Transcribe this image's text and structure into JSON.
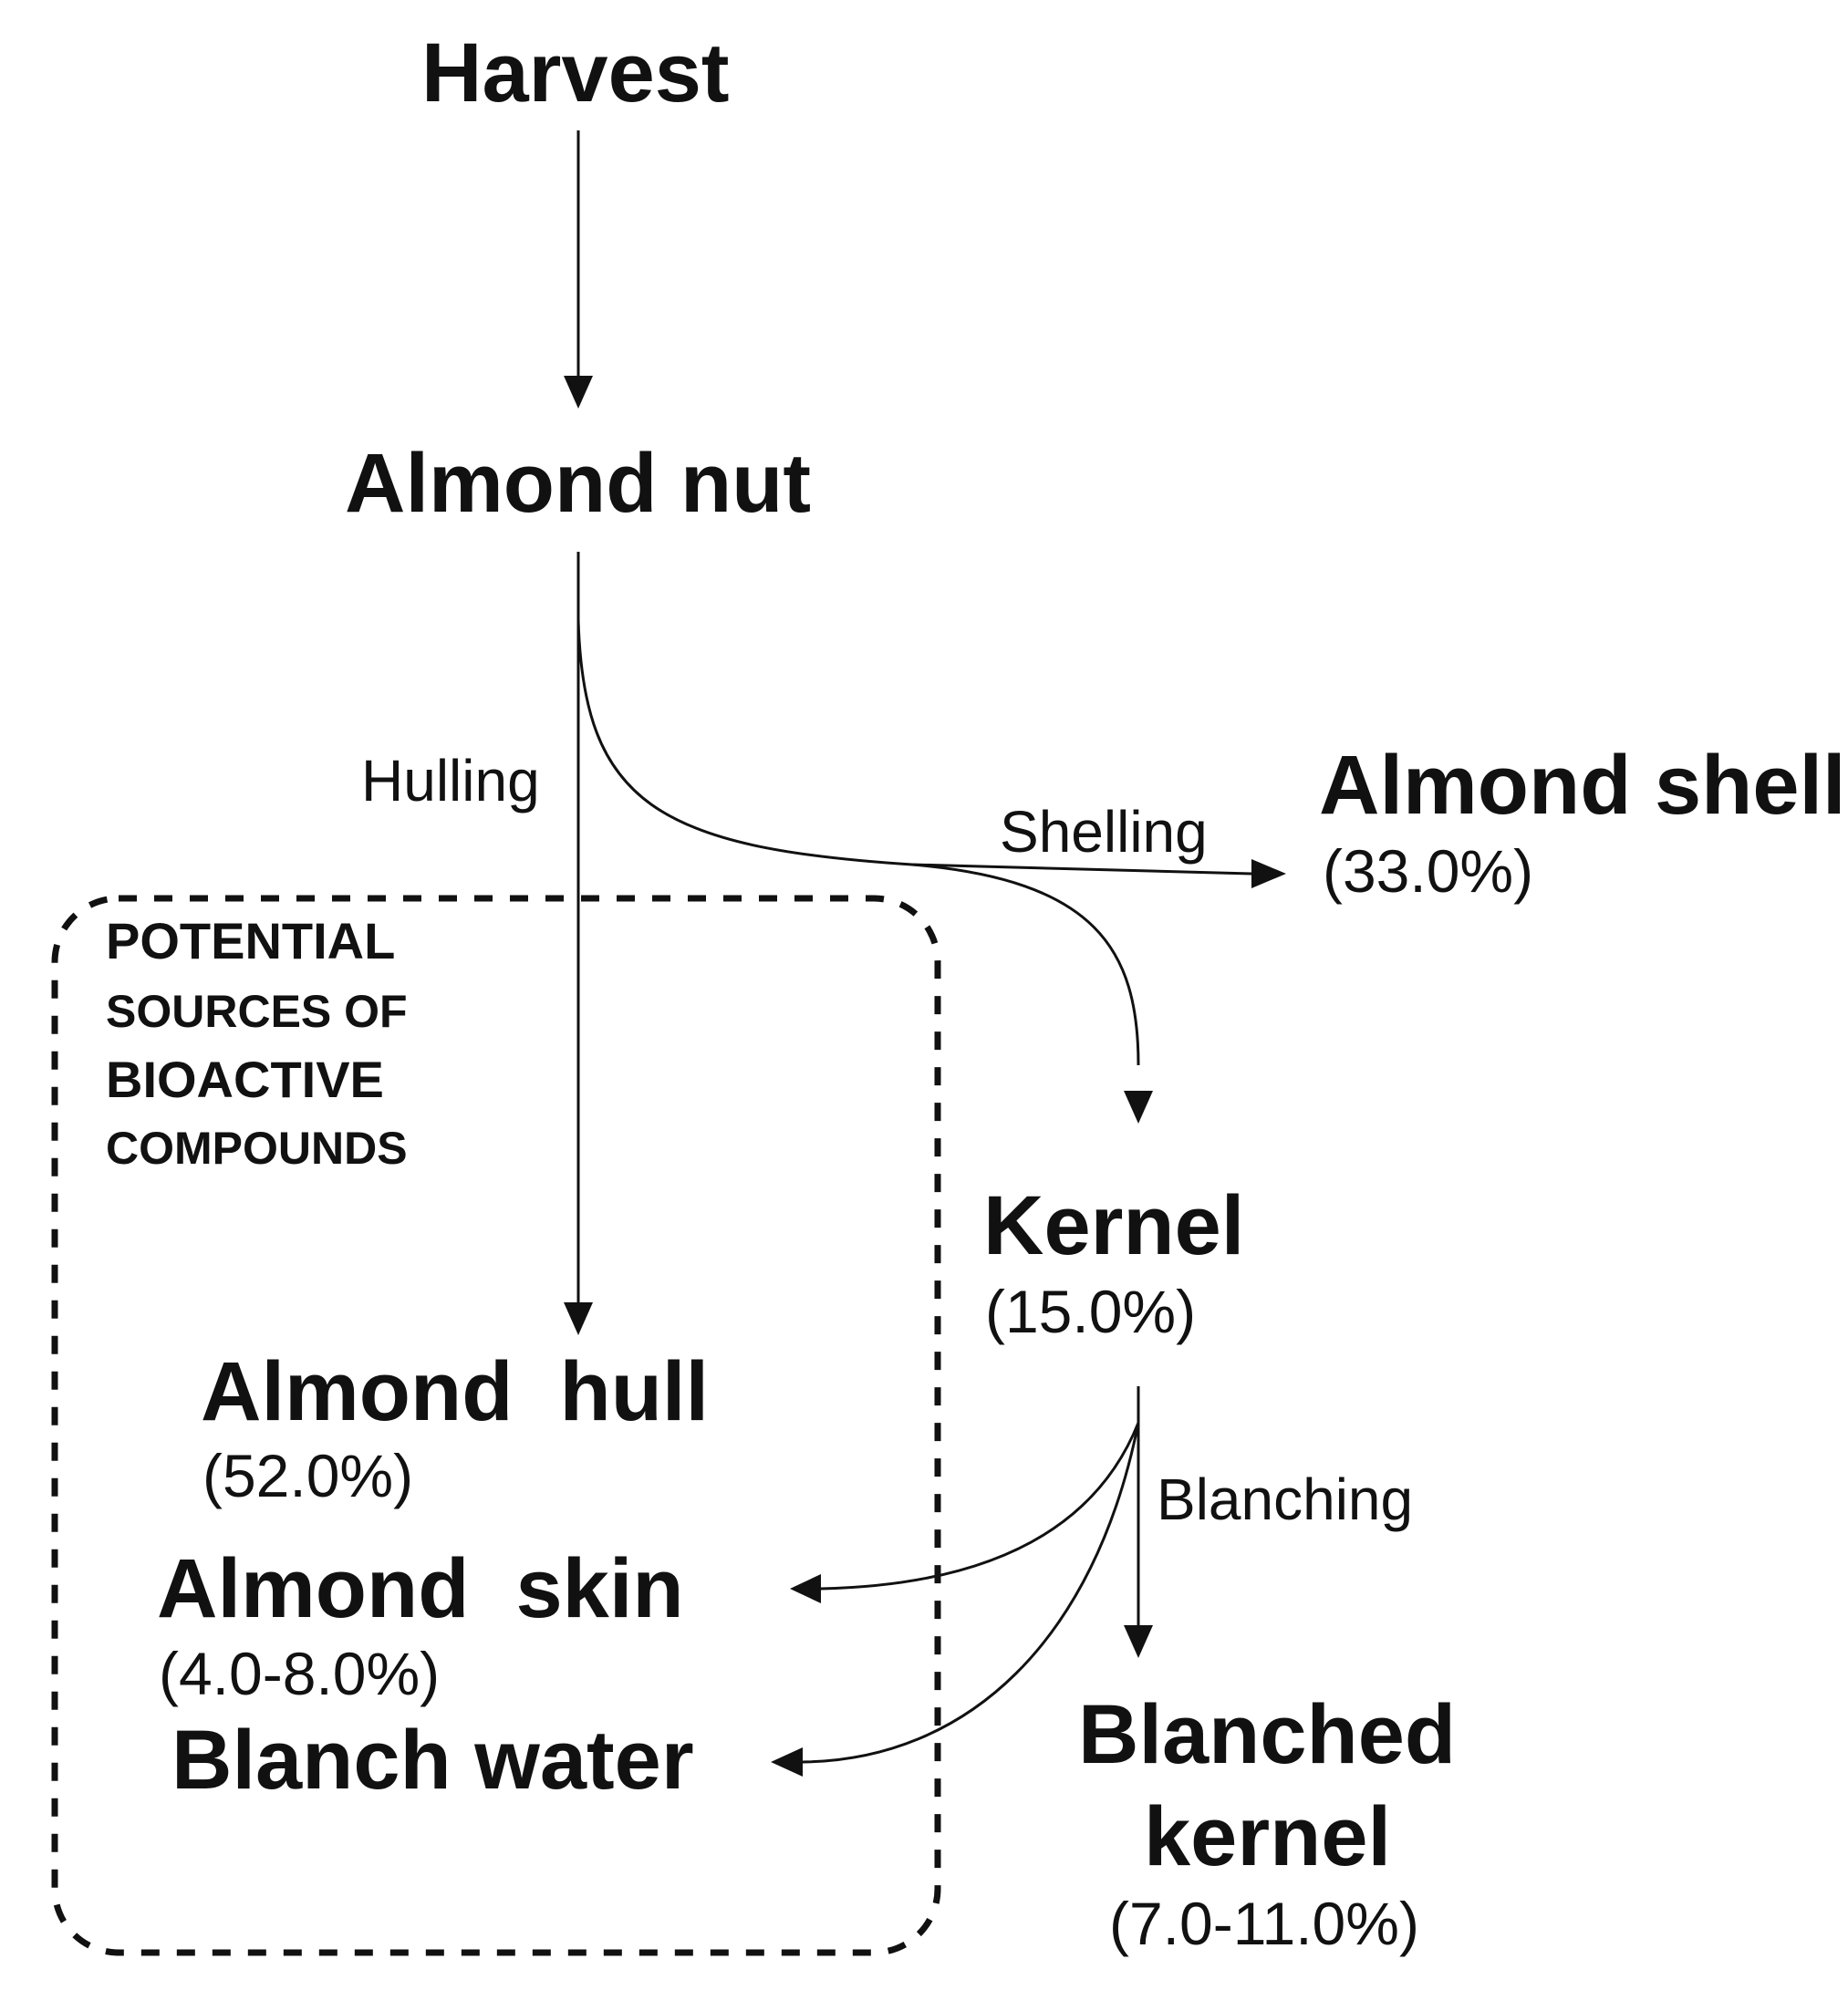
{
  "nodes": {
    "harvest": {
      "title": "Harvest"
    },
    "almond_nut": {
      "title": "Almond nut"
    },
    "almond_shell": {
      "title": "Almond shell",
      "percent": "(33.0%)"
    },
    "kernel": {
      "title": "Kernel",
      "percent": "(15.0%)"
    },
    "almond_hull": {
      "title": "Almond  hull",
      "percent": "(52.0%)"
    },
    "almond_skin": {
      "title": "Almond  skin",
      "percent": "(4.0-8.0%)"
    },
    "blanch_water": {
      "title": "Blanch water"
    },
    "blanched_kernel": {
      "title_line1": "Blanched",
      "title_line2": "kernel",
      "percent": "(7.0-11.0%)"
    }
  },
  "edges": {
    "hulling": "Hulling",
    "shelling": "Shelling",
    "blanching": "Blanching"
  },
  "group_box": {
    "line1": "POTENTIAL",
    "line2": "SOURCES OF",
    "line3": "BIOACTIVE",
    "line4": "COMPOUNDS"
  },
  "colors": {
    "line": "#111111",
    "text": "#111111",
    "background": "#ffffff"
  }
}
